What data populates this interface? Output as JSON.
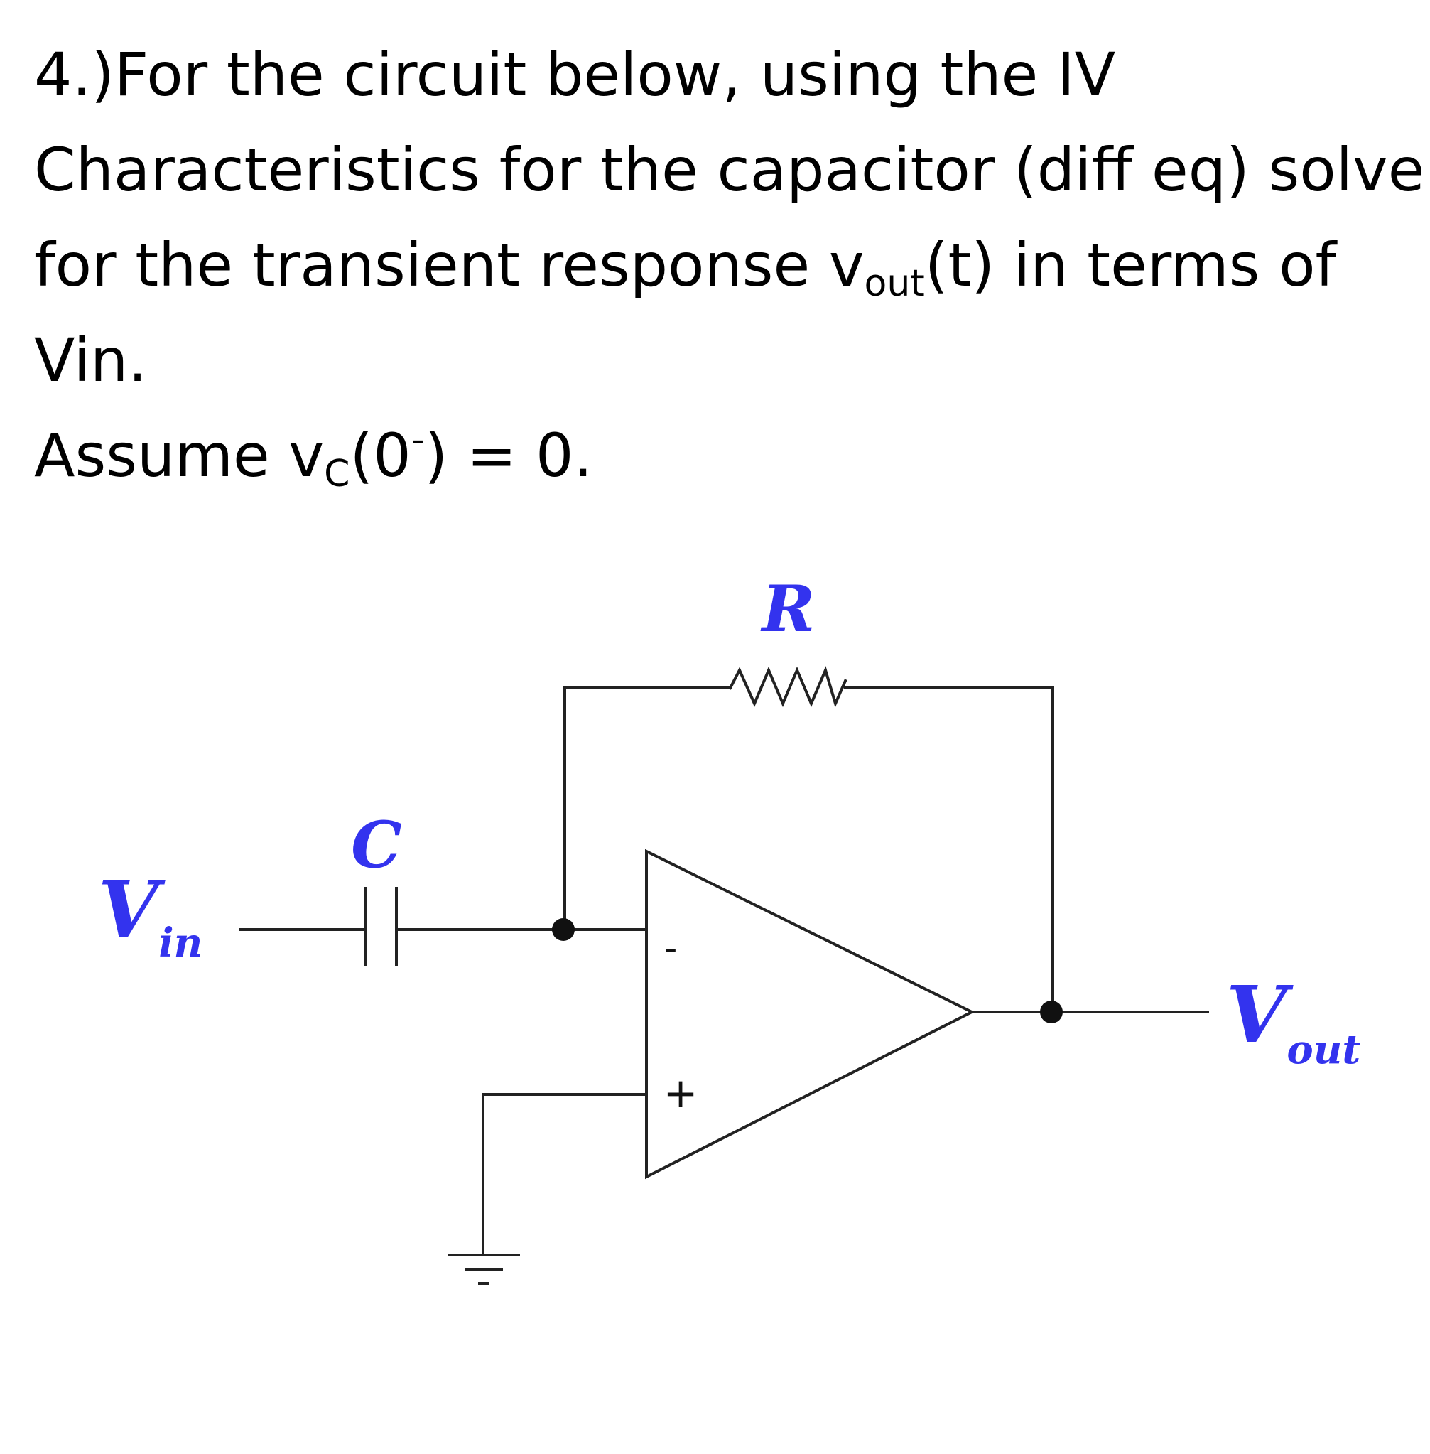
{
  "problem": {
    "line1": "4.)For the circuit below, using the IV",
    "line2": "Characteristics for the capacitor (diff eq) solve",
    "line3_before": "for the transient response v",
    "line3_sub": "out",
    "line3_after": "(t) in terms of",
    "line4": "Vin.",
    "line5_before": "Assume v",
    "line5_sub": "C",
    "line5_mid": "(0",
    "line5_sup": "-",
    "line5_after": ") = 0."
  },
  "circuit": {
    "resistor_label": "R",
    "capacitor_label": "C",
    "vin_main": "V",
    "vin_sub": "in",
    "vout_main": "V",
    "vout_sub": "out",
    "inverting_sign": "-",
    "noninverting_sign": "+",
    "label_color": "#3333ee",
    "wire_color": "#222222"
  }
}
